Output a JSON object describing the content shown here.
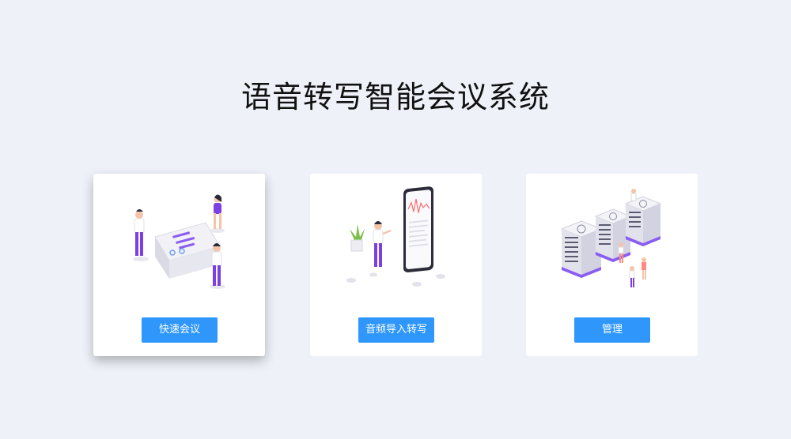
{
  "header": {
    "title": "语音转写智能会议系统"
  },
  "cards": [
    {
      "button_label": "快速会议",
      "illustration": "meeting-illustration-icon"
    },
    {
      "button_label": "音频导入转写",
      "illustration": "phone-audio-illustration-icon"
    },
    {
      "button_label": "管理",
      "illustration": "servers-illustration-icon"
    }
  ],
  "colors": {
    "background": "#eef2f8",
    "card": "#ffffff",
    "button": "#2f97fb",
    "accent_purple": "#7b3fe4"
  }
}
